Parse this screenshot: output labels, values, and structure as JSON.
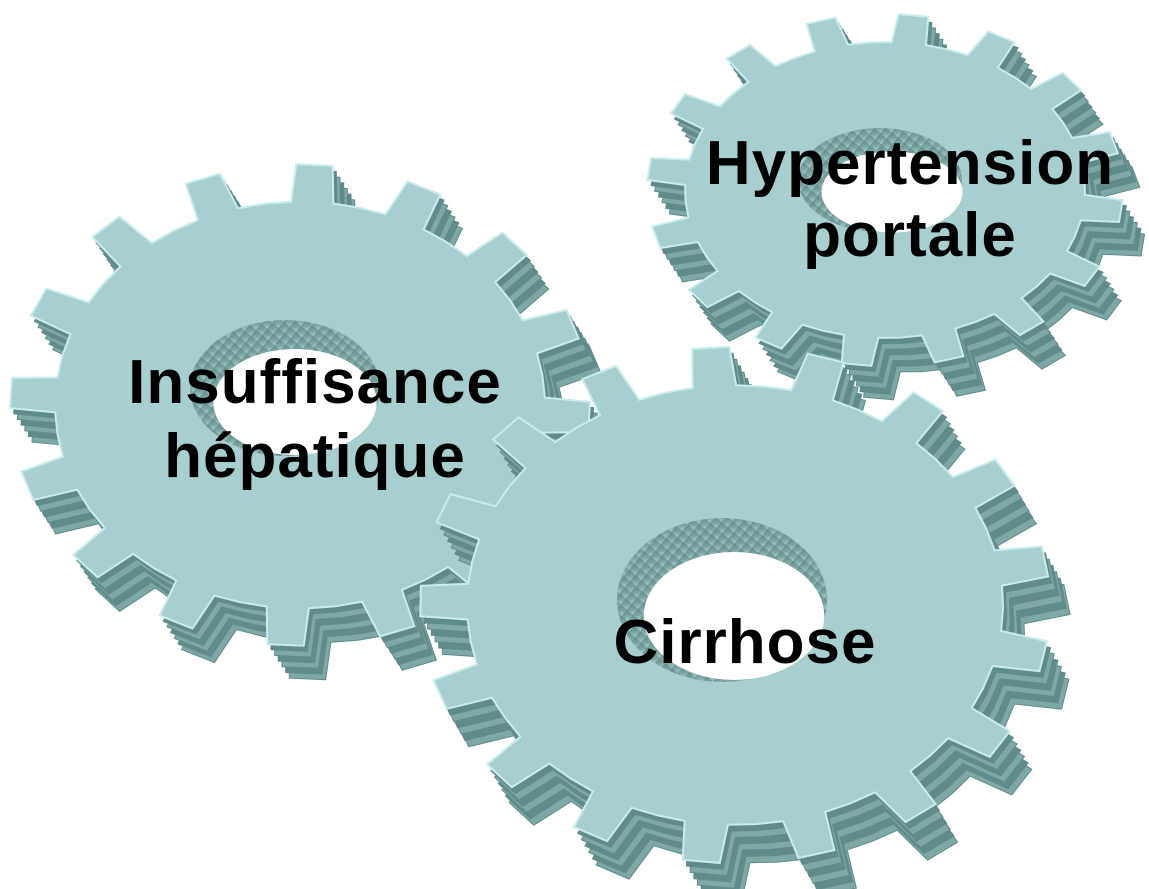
{
  "colors": {
    "gear_face": "#a8cfcf",
    "gear_side_dark": "#5f8c8a",
    "gear_side_mid": "#7ea8a6",
    "gear_highlight": "#c9ecec",
    "label_text": "#000000"
  },
  "gears": {
    "insuffisance": {
      "line1": "Insuffisance",
      "line2": "hépatique"
    },
    "hypertension": {
      "line1": "Hypertension",
      "line2": "portale"
    },
    "cirrhose": {
      "line1": "Cirrhose"
    }
  }
}
